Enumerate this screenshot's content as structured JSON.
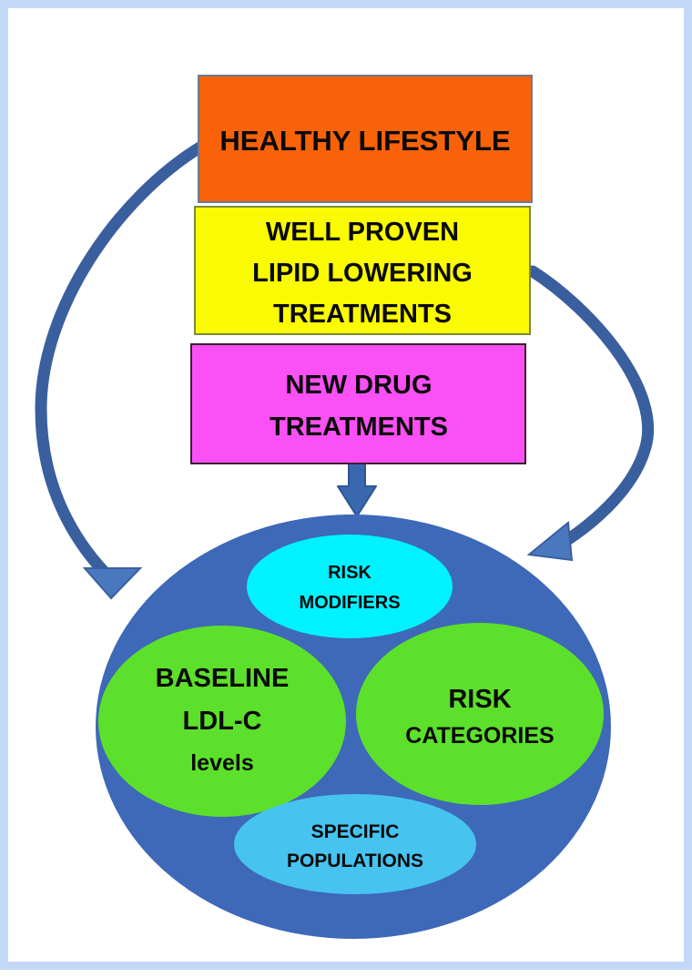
{
  "diagram": {
    "title": "LDL-C management decision framework",
    "frame_border_color": "#c3d7f7",
    "background_color": "#ffffff"
  },
  "boxes": [
    {
      "id": "healthy-lifestyle",
      "label": "HEALTHY LIFESTYLE",
      "lines": [
        "HEALTHY LIFESTYLE"
      ],
      "fill": "#F86209",
      "stroke": "#6b7a8f"
    },
    {
      "id": "well-proven-treatments",
      "label": "WELL PROVEN LIPID LOWERING TREATMENTS",
      "lines": [
        "WELL PROVEN",
        "LIPID LOWERING",
        "TREATMENTS"
      ],
      "fill": "#FAFA02",
      "stroke": "#7a8a3a"
    },
    {
      "id": "new-drug-treatments",
      "label": "NEW DRUG TREATMENTS",
      "lines": [
        "NEW DRUG",
        "TREATMENTS"
      ],
      "fill": "#FA50F5",
      "stroke": "#3a2030"
    }
  ],
  "target": {
    "id": "management-target",
    "fill": "#3E68B8",
    "ellipses": [
      {
        "id": "risk-modifiers",
        "label": "RISK MODIFIERS",
        "lines": [
          {
            "text": "RISK",
            "size": "small"
          },
          {
            "text": "MODIFIERS",
            "size": "small"
          }
        ],
        "fill": "#00F2FF"
      },
      {
        "id": "baseline-ldl-c",
        "label": "BASELINE LDL-C levels",
        "lines": [
          {
            "text": "BASELINE",
            "size": "large"
          },
          {
            "text": "LDL-C",
            "size": "large"
          },
          {
            "text": "levels",
            "size": "medium"
          }
        ],
        "fill": "#5CE02B"
      },
      {
        "id": "risk-categories",
        "label": "RISK CATEGORIES",
        "lines": [
          {
            "text": "RISK",
            "size": "large"
          },
          {
            "text": "CATEGORIES",
            "size": "medium"
          }
        ],
        "fill": "#5CE02B"
      },
      {
        "id": "specific-populations",
        "label": "SPECIFIC POPULATIONS",
        "lines": [
          {
            "text": "SPECIFIC",
            "size": "small"
          },
          {
            "text": "POPULATIONS",
            "size": "small"
          }
        ],
        "fill": "#47C3F0"
      }
    ]
  },
  "arrows": [
    {
      "id": "arrow-left-curved",
      "from": "healthy-lifestyle",
      "to": "management-target",
      "color": "#3A5F9E"
    },
    {
      "id": "arrow-center-straight",
      "from": "new-drug-treatments",
      "to": "management-target",
      "color": "#3A68AE"
    },
    {
      "id": "arrow-right-curved",
      "from": "well-proven-treatments",
      "to": "management-target",
      "color": "#3A5F9E"
    }
  ]
}
